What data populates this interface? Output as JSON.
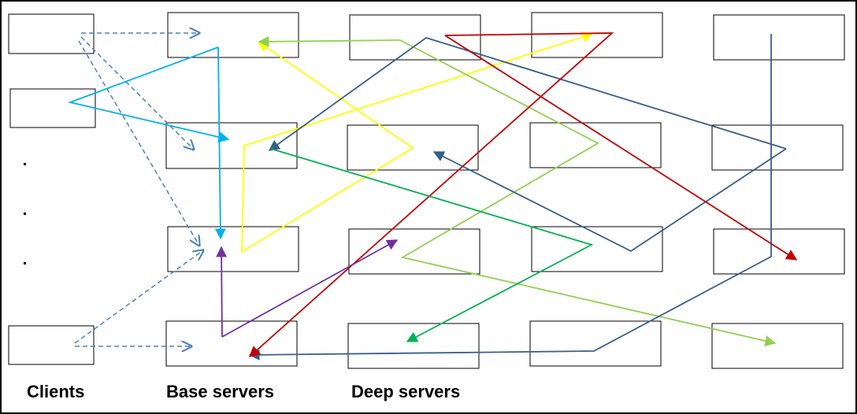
{
  "labels": {
    "clients": "Clients",
    "base_servers": "Base servers",
    "deep_servers": "Deep servers"
  },
  "ellipsis": ".",
  "colors": {
    "frame": "#000000",
    "box": "#000000",
    "client_dashed": "#4f81bd",
    "cyan": "#00b0f0",
    "yellow": "#ffff00",
    "light_green": "#92d050",
    "slate_blue": "#385d8a",
    "red": "#c00000",
    "green": "#00b050",
    "purple": "#7030a0"
  },
  "client_arrow_style": "dashed",
  "server_arrow_style": "solid"
}
